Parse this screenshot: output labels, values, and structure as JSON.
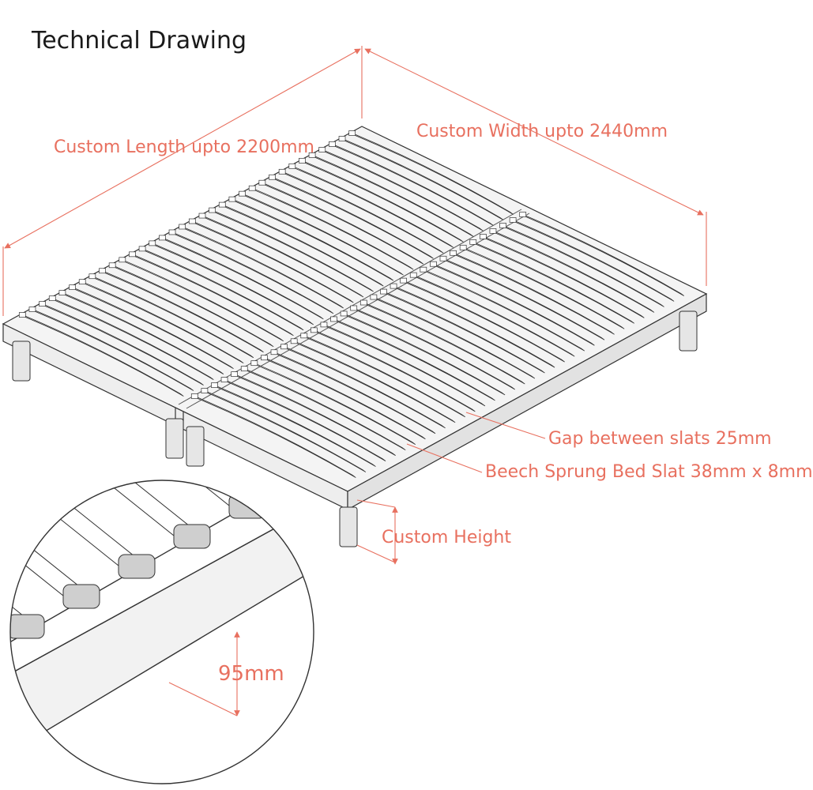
{
  "title": "Technical Drawing",
  "labels": {
    "length": "Custom Length upto 2200mm",
    "width": "Custom Width upto 2440mm",
    "gap": "Gap between slats 25mm",
    "slat": "Beech Sprung Bed Slat 38mm x 8mm",
    "height": "Custom Height",
    "frame_depth": "95mm"
  },
  "colors": {
    "annotation": "#e8705f",
    "line_art": "#333333",
    "slat_fill": "#cfcfcf",
    "frame_fill": "#f4f4f4",
    "leg_fill": "#e6e6e6"
  },
  "icons": [
    "bed-frame-illustration",
    "detail-magnifier-circle"
  ]
}
